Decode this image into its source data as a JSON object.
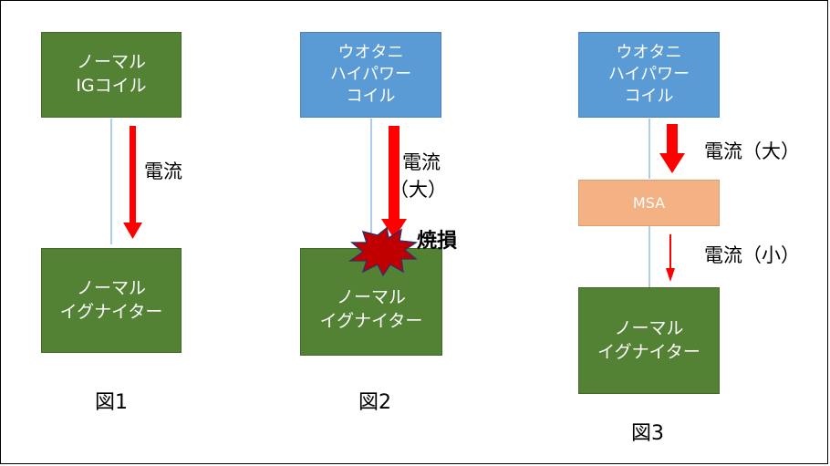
{
  "fig1": {
    "top_box": [
      "ノーマル",
      "IGコイル"
    ],
    "current_label": "電流",
    "bottom_box": [
      "ノーマル",
      "イグナイター"
    ],
    "caption": "図1"
  },
  "fig2": {
    "top_box": [
      "ウオタニ",
      "ハイパワー",
      "コイル"
    ],
    "current_label": [
      "電流",
      "（大）"
    ],
    "burn_label": "焼損",
    "bottom_box": [
      "ノーマル",
      "イグナイター"
    ],
    "caption": "図2"
  },
  "fig3": {
    "top_box": [
      "ウオタニ",
      "ハイパワー",
      "コイル"
    ],
    "current_label_top": "電流（大）",
    "middle_box": "MSA",
    "current_label_bottom": "電流（小）",
    "bottom_box": [
      "ノーマル",
      "イグナイター"
    ],
    "caption": "図3"
  },
  "colors": {
    "green": "#548235",
    "blue": "#5b9bd5",
    "peach": "#f4b183",
    "arrow": "#ff0000",
    "connector": "#5b9bd5",
    "burst": "#c00000"
  }
}
